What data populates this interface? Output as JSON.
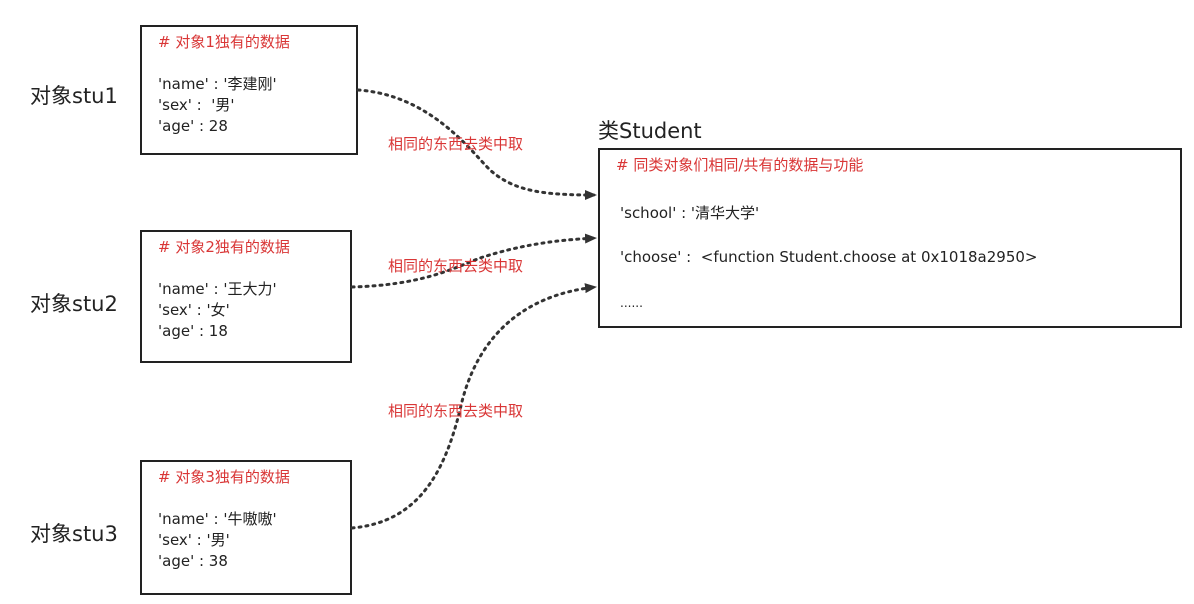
{
  "objects": [
    {
      "label": "对象stu1",
      "comment": "# 对象1独有的数据",
      "lines": [
        "'name' : '李建刚'",
        "'sex' :  '男'",
        "'age' : 28"
      ]
    },
    {
      "label": "对象stu2",
      "comment": "# 对象2独有的数据",
      "lines": [
        "'name' : '王大力'",
        "'sex' : '女'",
        "'age' : 18"
      ]
    },
    {
      "label": "对象stu3",
      "comment": "# 对象3独有的数据",
      "lines": [
        "'name' : '牛嗷嗷'",
        "'sex' : '男'",
        "'age' : 38"
      ]
    }
  ],
  "class": {
    "title": "类Student",
    "comment": "# 同类对象们相同/共有的数据与功能",
    "rows": [
      "'school' : '清华大学'",
      "'choose' :  <function Student.choose at 0x1018a2950>",
      "......"
    ]
  },
  "arrow_labels": [
    "相同的东西去类中取",
    "相同的东西去类中取",
    "相同的东西去类中取"
  ],
  "colors": {
    "comment": "#d93636",
    "border": "#222222",
    "connector": "#333333"
  }
}
